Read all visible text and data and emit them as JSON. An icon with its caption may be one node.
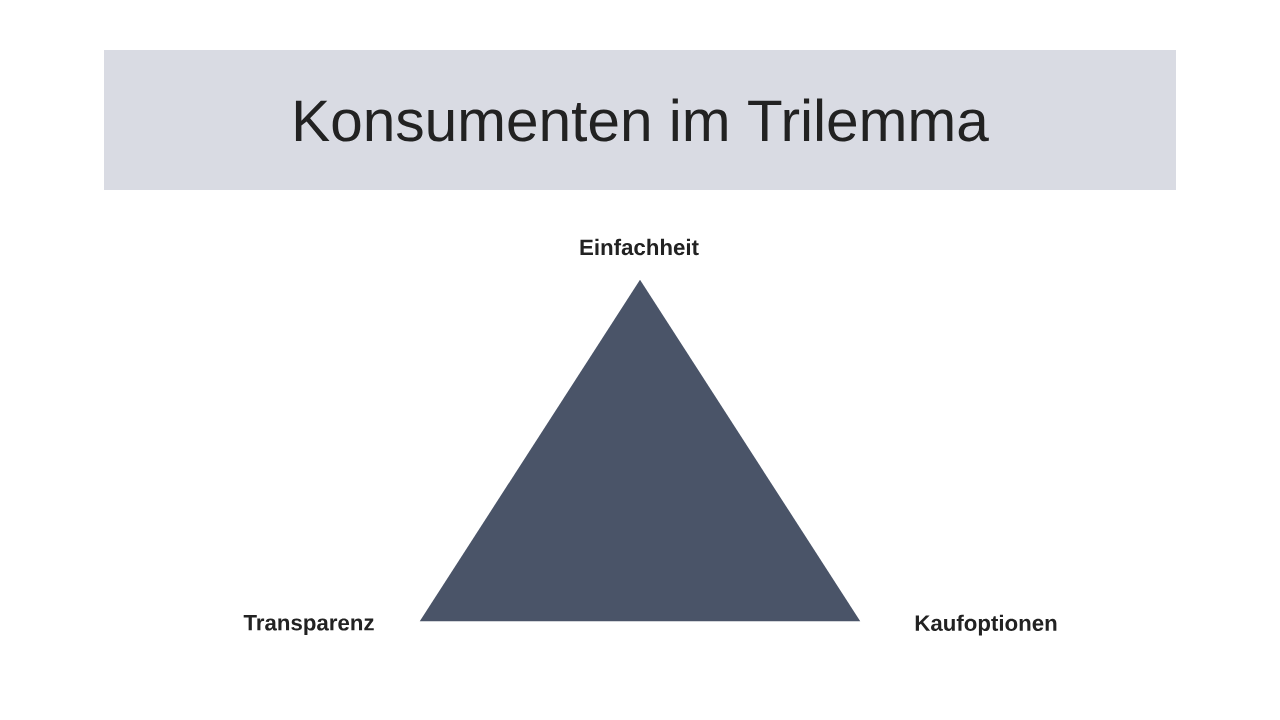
{
  "diagram": {
    "title": "Konsumenten im Trilemma",
    "nodes": [
      {
        "text": [],
        "shape": "triangle",
        "beside": [
          "Einfachheit",
          "Transparenz",
          "Kaufoptionen"
        ]
      }
    ]
  }
}
